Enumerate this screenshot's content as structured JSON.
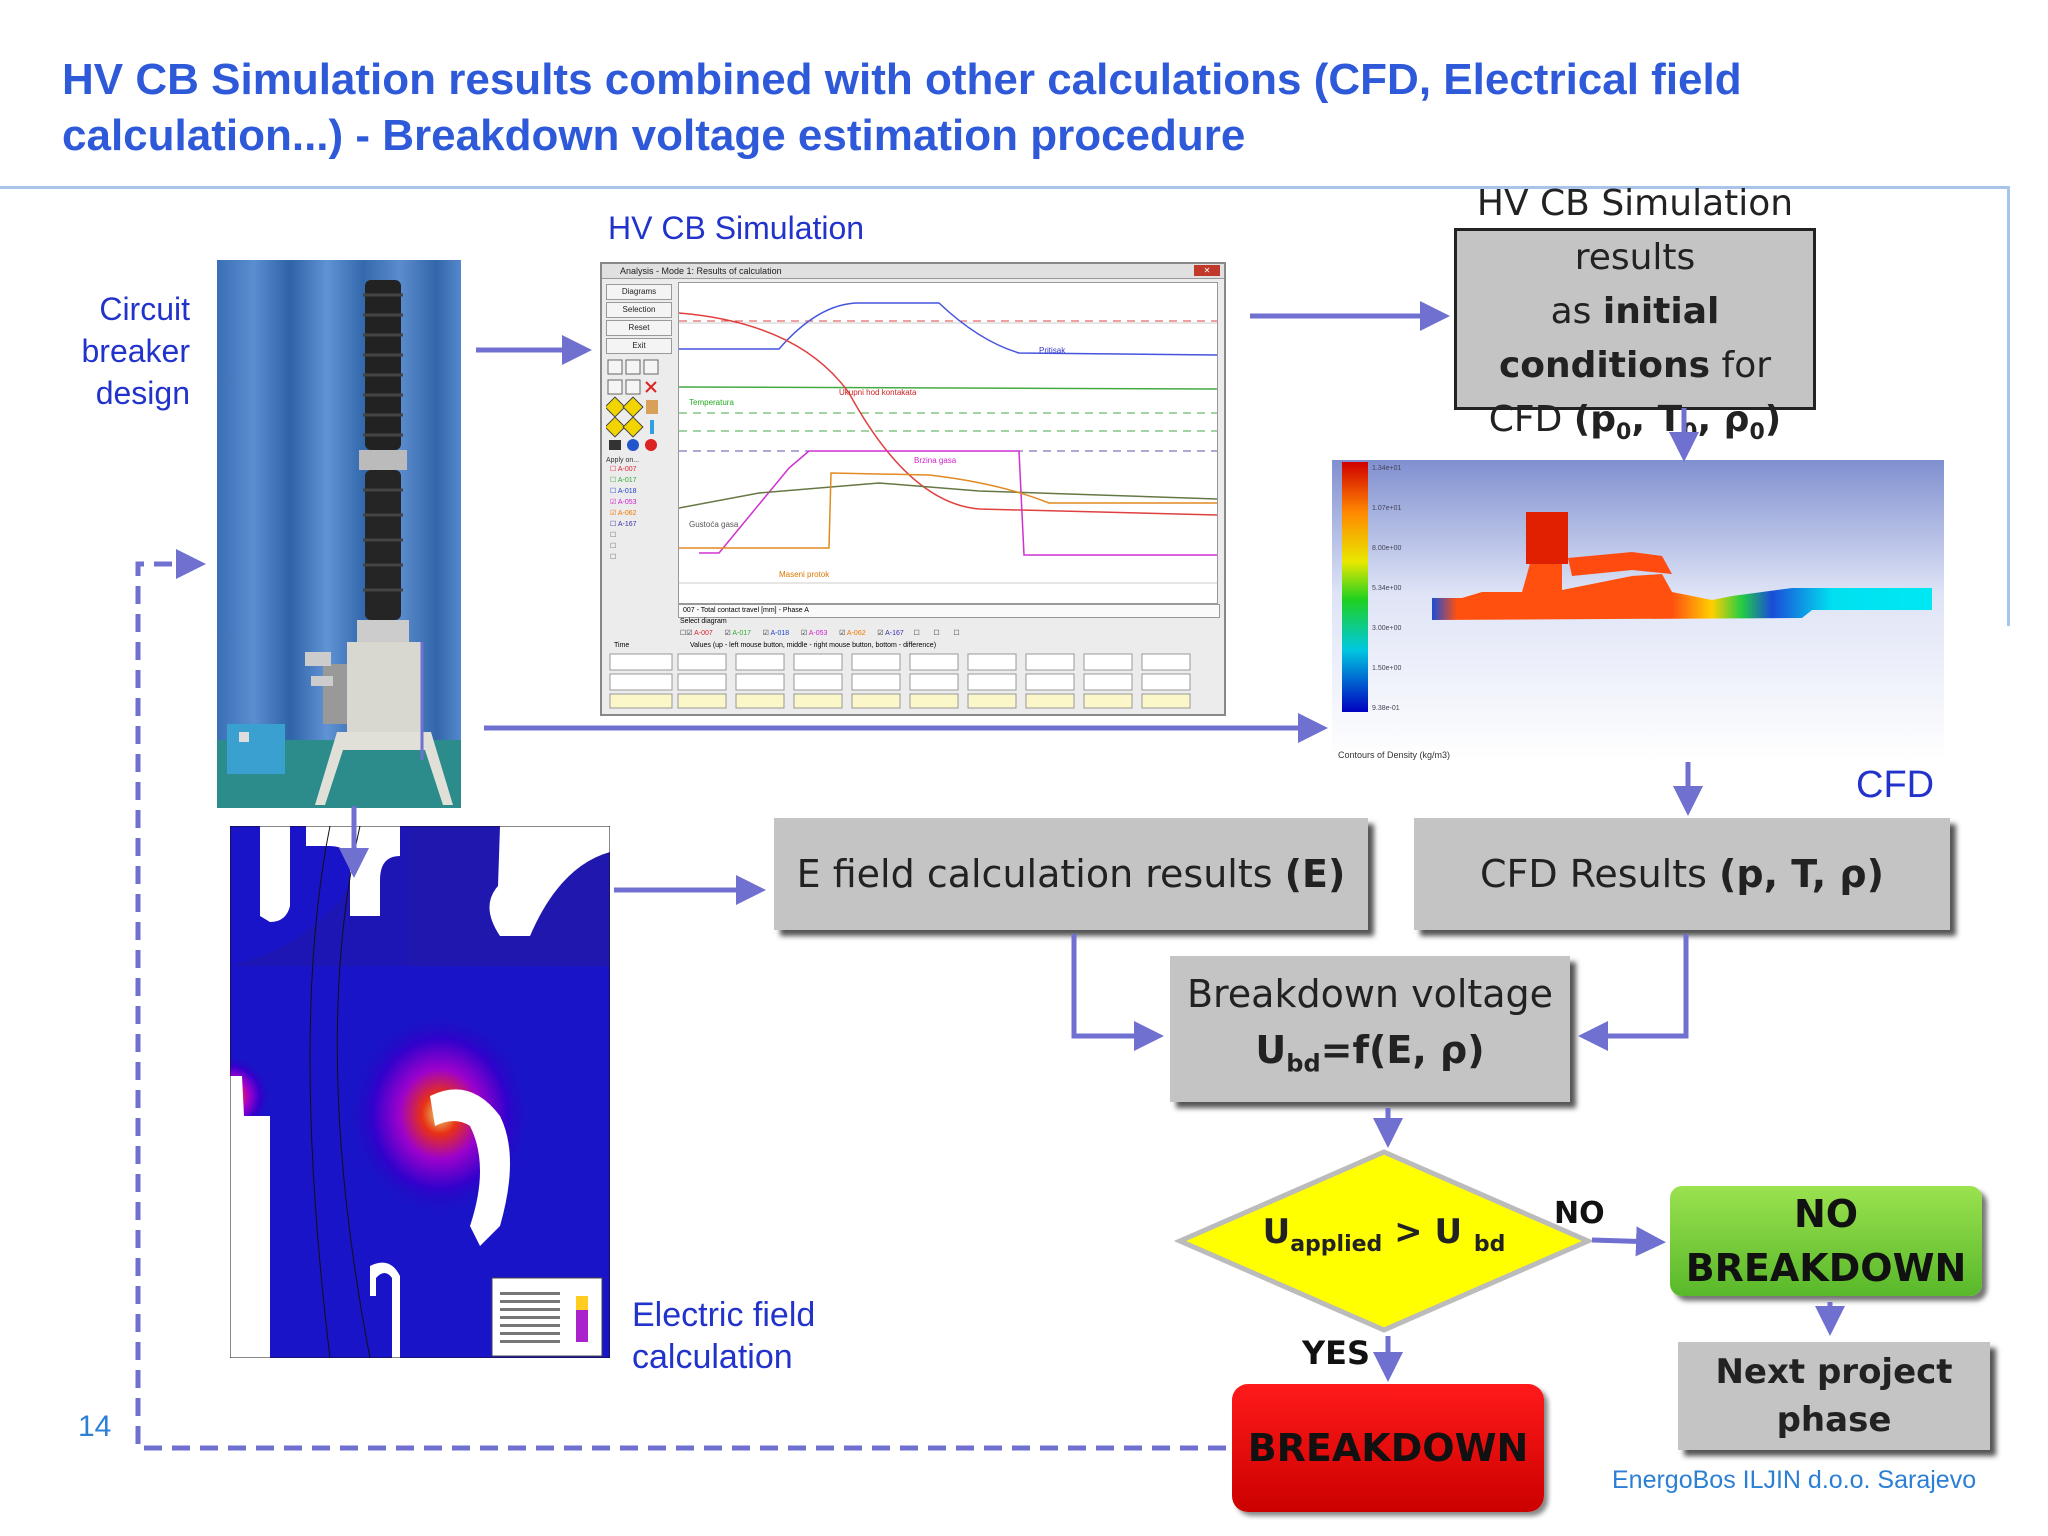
{
  "header": {
    "title": "HV CB Simulation results combined with other calculations (CFD, Electrical field calculation...) - Breakdown voltage estimation procedure"
  },
  "labels": {
    "cb_design": [
      "Circuit",
      "breaker",
      "design"
    ],
    "hvcb_simulation": "HV CB Simulation",
    "cfd": "CFD",
    "efield_calc": [
      "Electric field",
      "calculation"
    ],
    "page_number": "14",
    "company": "EnergoBos ILJIN d.o.o. Sarajevo"
  },
  "boxes": {
    "initial_conditions": {
      "line1": "HV CB Simulation results",
      "line2_pre": "as ",
      "line2_bold": "initial conditions",
      "line2_post": " for",
      "line3_pre": "CFD ",
      "line3_bold": "(p0, T0, ρ0)",
      "p": "p",
      "T": "T",
      "rho": "ρ",
      "sub": "0"
    },
    "efield_results": {
      "text": "E field calculation results ",
      "bold": "(E)"
    },
    "cfd_results": {
      "text": "CFD Results ",
      "bold": "(p, T, ρ)"
    },
    "breakdown_voltage": {
      "line1": "Breakdown voltage",
      "u": "U",
      "sub": "bd",
      "rest": "=f(E, ρ)"
    },
    "decision": {
      "u1": "U",
      "sub1": "applied",
      "gt": " > U ",
      "sub2": "bd"
    },
    "no_breakdown": [
      "NO",
      "BREAKDOWN"
    ],
    "breakdown": "BREAKDOWN",
    "next_phase": [
      "Next project",
      "phase"
    ],
    "no_label": "NO",
    "yes_label": "YES"
  },
  "sim_window": {
    "title": "Analysis - Mode 1: Results of calculation",
    "buttons": [
      "Diagrams",
      "Selection",
      "Reset",
      "Exit"
    ],
    "apply_on": "Apply on...",
    "list": [
      "A-007",
      "A-017",
      "A-018",
      "A-053",
      "A-062",
      "A-167"
    ],
    "curve_labels": {
      "pressure": "Pritisak",
      "travel": "Ukupni hod kontakata",
      "temperature": "Temperatura",
      "gas_velocity": "Brzina gasa",
      "gas_density": "Gustoća gasa",
      "mass_flow": "Maseni protok"
    },
    "status": "007 - Total contact travel [mm] - Phase A",
    "select_diagram": "Select diagram",
    "time": "Time",
    "values_hint": "Values (up - left mouse button, middle - right mouse button, bottom - difference)"
  },
  "cfd_plot": {
    "caption": "Contours of Density (kg/m3)"
  },
  "colors": {
    "title_blue": "#2e59d9",
    "arrow": "#7070d0",
    "box_gray": "#c4c4c4",
    "decision_yellow": "#ffff00",
    "green": "#66c236",
    "red": "#ee0000"
  }
}
